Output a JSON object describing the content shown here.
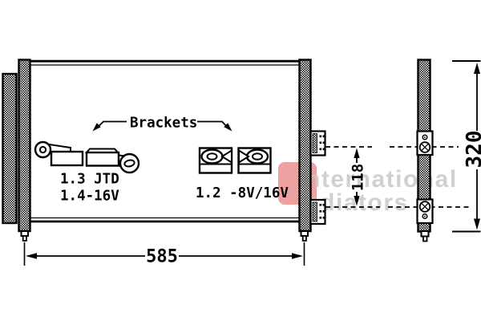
{
  "diagram": {
    "background": "#ffffff",
    "line_color": "#000000"
  },
  "annotations": {
    "brackets_label": "Brackets",
    "variant_left_line1": "1.3 JTD",
    "variant_left_line2": "1.4-16V",
    "variant_right": "1.2 -8V/16V"
  },
  "dimensions": {
    "overall_width": "585",
    "bracket_pitch": "118",
    "overall_height": "320"
  },
  "watermark": {
    "text_line1": "nternational",
    "text_line2": "adiators",
    "text_color": "#c8c8c8",
    "logo_color": "#dd4444"
  }
}
